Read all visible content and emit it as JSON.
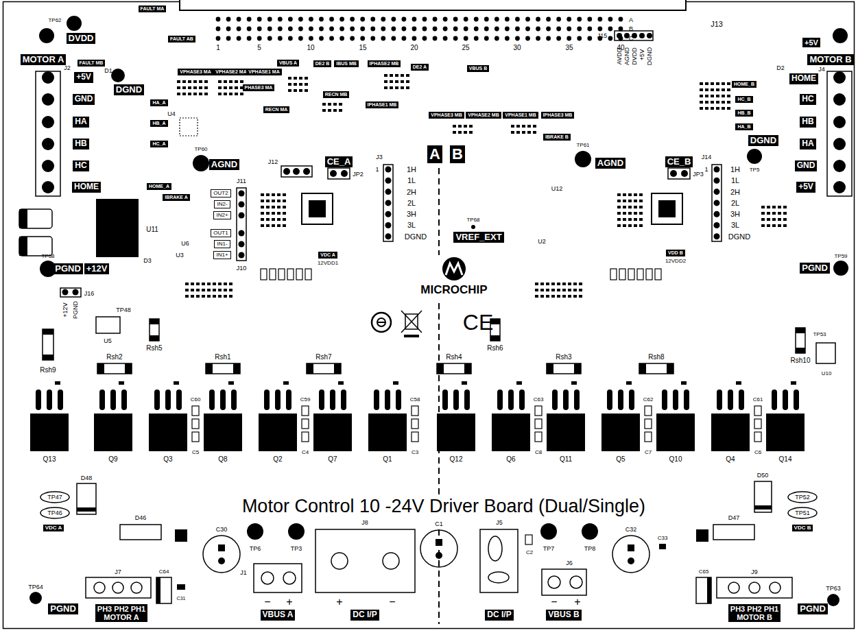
{
  "diagram": {
    "title": "Motor Control 10 -24V Driver Board (Dual/Single)",
    "nodes": [
      {
        "text": [
          "MOTOR A"
        ]
      },
      {
        "text": [
          "DVDD"
        ]
      },
      {
        "text": [
          "DGND"
        ]
      },
      {
        "text": [
          "+5V"
        ]
      },
      {
        "text": [
          "GND"
        ]
      },
      {
        "text": [
          "HA"
        ]
      },
      {
        "text": [
          "HB"
        ]
      },
      {
        "text": [
          "HC"
        ]
      },
      {
        "text": [
          "HOME"
        ]
      },
      {
        "text": [
          "AGND"
        ]
      },
      {
        "text": [
          "CE_A"
        ]
      },
      {
        "text": [
          "A"
        ]
      },
      {
        "text": [
          "B"
        ]
      },
      {
        "text": [
          "VREF_EXT"
        ]
      },
      {
        "text": [
          "CE_B"
        ]
      },
      {
        "text": [
          "AGND"
        ]
      },
      {
        "text": [
          "MOTOR B"
        ]
      },
      {
        "text": [
          "+5V"
        ]
      },
      {
        "text": [
          "HOME"
        ]
      },
      {
        "text": [
          "HC"
        ]
      },
      {
        "text": [
          "HB"
        ]
      },
      {
        "text": [
          "HA"
        ]
      },
      {
        "text": [
          "GND"
        ]
      },
      {
        "text": [
          "+5V"
        ]
      },
      {
        "text": [
          "DGND"
        ]
      },
      {
        "text": [
          "PGND"
        ]
      },
      {
        "text": [
          "+12V"
        ]
      },
      {
        "text": [
          "PGND"
        ]
      },
      {
        "text": [
          "PGND"
        ]
      },
      {
        "text": [
          "PGND"
        ]
      },
      {
        "text": [
          "PH3 PH2 PH1",
          "MOTOR A"
        ]
      },
      {
        "text": [
          "VBUS A"
        ]
      },
      {
        "text": [
          "DC I/P"
        ]
      },
      {
        "text": [
          "DC I/P"
        ]
      },
      {
        "text": [
          "VBUS B"
        ]
      },
      {
        "text": [
          "PH3 PH2 PH1",
          "MOTOR B"
        ]
      },
      {
        "text": [
          "VDC A"
        ]
      },
      {
        "text": [
          "VDC B"
        ]
      },
      {
        "text": [
          "FAULT MA"
        ]
      },
      {
        "text": [
          "FAULT AB"
        ]
      },
      {
        "text": [
          "FAULT MB"
        ]
      },
      {
        "text": [
          "VPHASE3 MA"
        ]
      },
      {
        "text": [
          "VPHASE2 MA"
        ]
      },
      {
        "text": [
          "VPHASE1 MA"
        ]
      },
      {
        "text": [
          "VBUS A"
        ]
      },
      {
        "text": [
          "PHASE3 MA"
        ]
      },
      {
        "text": [
          "RECN MA"
        ]
      },
      {
        "text": [
          "DE2 B"
        ]
      },
      {
        "text": [
          "IBUS MB"
        ]
      },
      {
        "text": [
          "IPHASE2 MB"
        ]
      },
      {
        "text": [
          "DE2 A"
        ]
      },
      {
        "text": [
          "VBUS B"
        ]
      },
      {
        "text": [
          "RECN MB"
        ]
      },
      {
        "text": [
          "IPHASE1 MB"
        ]
      },
      {
        "text": [
          "VPHASE3 MB"
        ]
      },
      {
        "text": [
          "VPHASE2 MB"
        ]
      },
      {
        "text": [
          "VPHASE1 MB"
        ]
      },
      {
        "text": [
          "IPHASE3 MB"
        ]
      },
      {
        "text": [
          "HOME_B"
        ]
      },
      {
        "text": [
          "HC_B"
        ]
      },
      {
        "text": [
          "HB_B"
        ]
      },
      {
        "text": [
          "HA_B"
        ]
      },
      {
        "text": [
          "HA_A"
        ]
      },
      {
        "text": [
          "HB_A"
        ]
      },
      {
        "text": [
          "HC_A"
        ]
      },
      {
        "text": [
          "HOME_A"
        ]
      },
      {
        "text": [
          "IBRAKE A"
        ]
      },
      {
        "text": [
          "IBRAKE B"
        ]
      },
      {
        "text": [
          "VDC A"
        ]
      },
      {
        "text": [
          "VDD B"
        ]
      },
      {
        "text": [
          "OUT2"
        ]
      },
      {
        "text": [
          "IN2-"
        ]
      },
      {
        "text": [
          "IN2+"
        ]
      },
      {
        "text": [
          "OUT1"
        ]
      },
      {
        "text": [
          "IN1-"
        ]
      },
      {
        "text": [
          "IN1+"
        ]
      }
    ],
    "labels": [
      "J13",
      "A",
      "B",
      "C",
      "1",
      "5",
      "10",
      "15",
      "20",
      "25",
      "30",
      "35",
      "40",
      "J2",
      "D1",
      "J4",
      "D2",
      "U4",
      "U11",
      "J12",
      "JP2",
      "J3",
      "1",
      "1H",
      "1L",
      "2H",
      "2L",
      "3H",
      "3L",
      "DGND",
      "J15",
      "AVDD",
      "AGND",
      "DVDD",
      "+5V",
      "DGND",
      "JP3",
      "J14",
      "1",
      "1H",
      "1L",
      "2H",
      "2L",
      "3H",
      "3L",
      "DGND",
      "J11",
      "J10",
      "U6",
      "U3",
      "U2",
      "U12",
      "D3",
      "J16",
      "+12V",
      "PGND",
      "TP48",
      "U5",
      "Rsh9",
      "Rsh5",
      "Rsh2",
      "Rsh1",
      "Rsh7",
      "Rsh4",
      "Rsh6",
      "Rsh3",
      "Rsh8",
      "Rsh10",
      "Q13",
      "Q9",
      "Q3",
      "Q8",
      "Q2",
      "Q7",
      "Q1",
      "Q12",
      "Q6",
      "Q11",
      "Q5",
      "Q10",
      "Q4",
      "Q14",
      "C60",
      "C5",
      "C59",
      "C4",
      "C58",
      "C3",
      "C63",
      "C8",
      "C62",
      "C7",
      "C61",
      "C6",
      "D48",
      "TP47",
      "TP46",
      "D46",
      "TP64",
      "J7",
      "C64",
      "C31",
      "C30",
      "TP6",
      "TP3",
      "J1",
      "−",
      "+",
      "J8",
      "+",
      "−",
      "C1",
      "J5",
      "C2",
      "TP7",
      "TP8",
      "J6",
      "−",
      "+",
      "C32",
      "C33",
      "D47",
      "D50",
      "TP52",
      "TP51",
      "C65",
      "J9",
      "TP63",
      "MICROCHIP",
      "CE",
      "TP68",
      "TP60",
      "TP61",
      "TP58",
      "TP59",
      "TP5",
      "TP62",
      "12VDD1",
      "12VDD2",
      "TP53",
      "U10"
    ]
  }
}
